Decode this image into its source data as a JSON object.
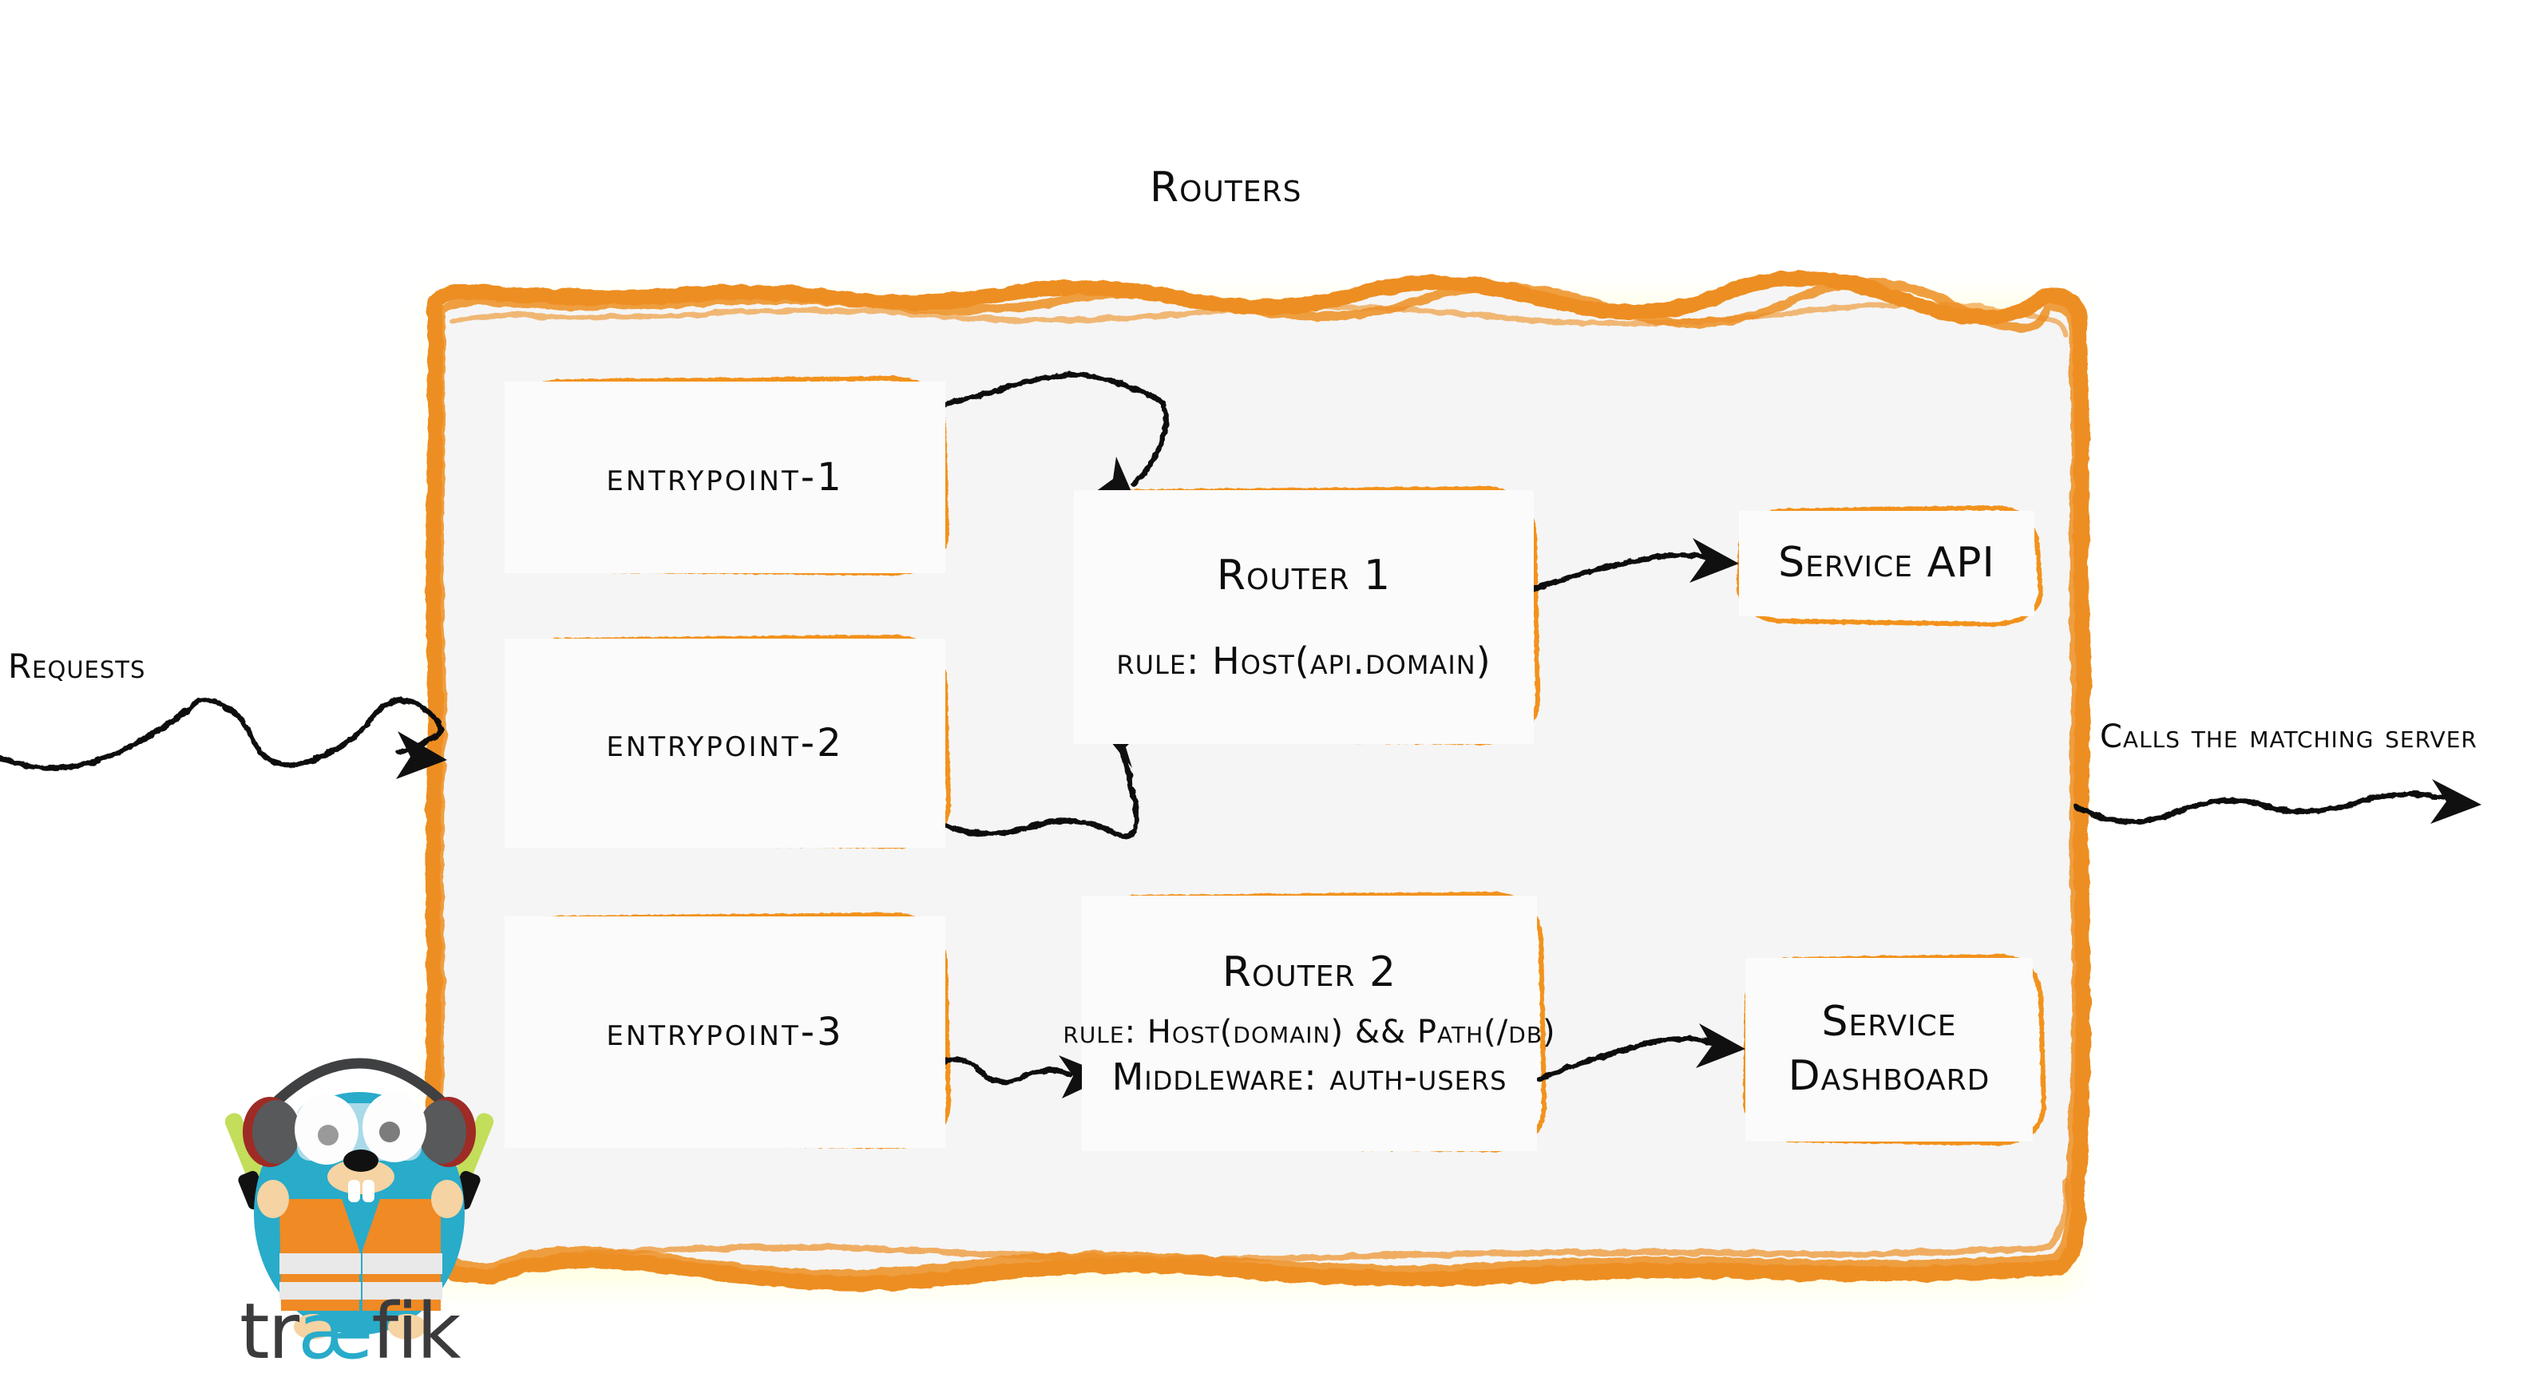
{
  "title": "Routers",
  "colors": {
    "sketch_orange": "#ED8E22",
    "node_border_orange": "#F2921D",
    "container_fill": "#F5F5F5",
    "node_fill": "#FBFBFB",
    "ink_black": "#0D0D0D",
    "gopher_blue": "#29ABCA",
    "vest_orange": "#F08A24",
    "wand_green": "#C3DE5A",
    "headphone_gray": "#58595B",
    "headphone_red": "#9E2B25",
    "logo_dark": "#3B3B3D"
  },
  "edge_labels": {
    "requests": "Requests",
    "calls_matching_server": "Calls the matching server"
  },
  "entrypoints": [
    {
      "label": "entrypoint-1"
    },
    {
      "label": "entrypoint-2"
    },
    {
      "label": "entrypoint-3"
    }
  ],
  "routers": [
    {
      "name": "Router 1",
      "rule": "rule: Host(api.domain)",
      "middleware": ""
    },
    {
      "name": "Router 2",
      "rule": "rule: Host(domain) && Path(/db)",
      "middleware": "Middleware: auth-users"
    }
  ],
  "services": [
    {
      "line1": "Service API",
      "line2": ""
    },
    {
      "line1": "Service",
      "line2": "Dashboard"
    }
  ],
  "logo": {
    "wordmark_prefix": "tr",
    "wordmark_ae": "æ",
    "wordmark_suffix": "fik",
    "mascot_name": "traefik-gopher-mascot"
  },
  "connections": [
    {
      "from": "entrypoint-1",
      "to": "Router 1"
    },
    {
      "from": "entrypoint-2",
      "to": "Router 1"
    },
    {
      "from": "entrypoint-3",
      "to": "Router 2"
    },
    {
      "from": "Router 1",
      "to": "Service API"
    },
    {
      "from": "Router 2",
      "to": "Service Dashboard"
    }
  ]
}
